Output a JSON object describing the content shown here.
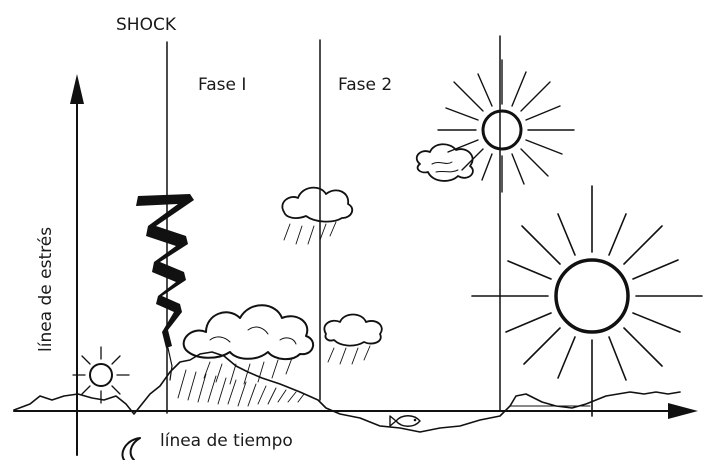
{
  "labels": {
    "shock": "SHOCK",
    "phase1": "Fase I",
    "phase2": "Fase 2",
    "y_axis": "línea de estrés",
    "x_axis": "línea de tiempo"
  },
  "icons": [
    "sun-icon",
    "cloud-icon",
    "rain-cloud-icon",
    "lightning-bolt-icon",
    "moon-icon",
    "fish-icon"
  ],
  "colors": {
    "ink": "#111111",
    "background": "#ffffff"
  }
}
